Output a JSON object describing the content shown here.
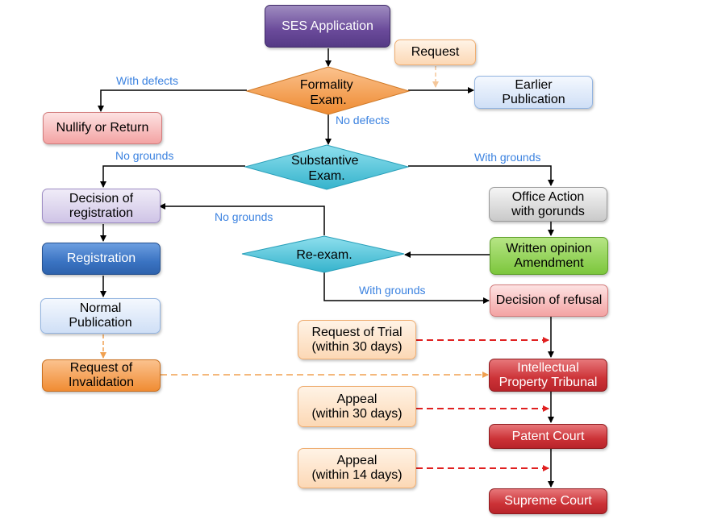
{
  "nodes": {
    "ses_application": "SES Application",
    "request": "Request",
    "formality_exam": "Formality\nExam.",
    "earlier_publication": "Earlier\nPublication",
    "nullify_or_return": "Nullify or Return",
    "substantive_exam": "Substantive\nExam.",
    "decision_of_registration": "Decision of\nregistration",
    "office_action": "Office Action\nwith gorunds",
    "registration": "Registration",
    "re_exam": "Re-exam.",
    "written_opinion": "Written opinion\nAmendment",
    "normal_publication": "Normal\nPublication",
    "decision_of_refusal": "Decision of refusal",
    "request_of_trial": "Request of Trial\n(within 30 days)",
    "request_of_invalidation": "Request of\nInvalidation",
    "ip_tribunal": "Intellectual\nProperty Tribunal",
    "appeal_30": "Appeal\n(within 30 days)",
    "patent_court": "Patent Court",
    "appeal_14": "Appeal\n(within 14 days)",
    "supreme_court": "Supreme Court"
  },
  "edge_labels": {
    "with_defects": "With defects",
    "no_defects": "No defects",
    "no_grounds_substantive": "No grounds",
    "with_grounds_substantive": "With grounds",
    "no_grounds_reexam": "No grounds",
    "with_grounds_reexam": "With grounds"
  },
  "colors": {
    "arrow": "#000000",
    "dashed_red": "#e02020",
    "dashed_orange": "#f0a050",
    "label_blue": "#3b82e0"
  }
}
